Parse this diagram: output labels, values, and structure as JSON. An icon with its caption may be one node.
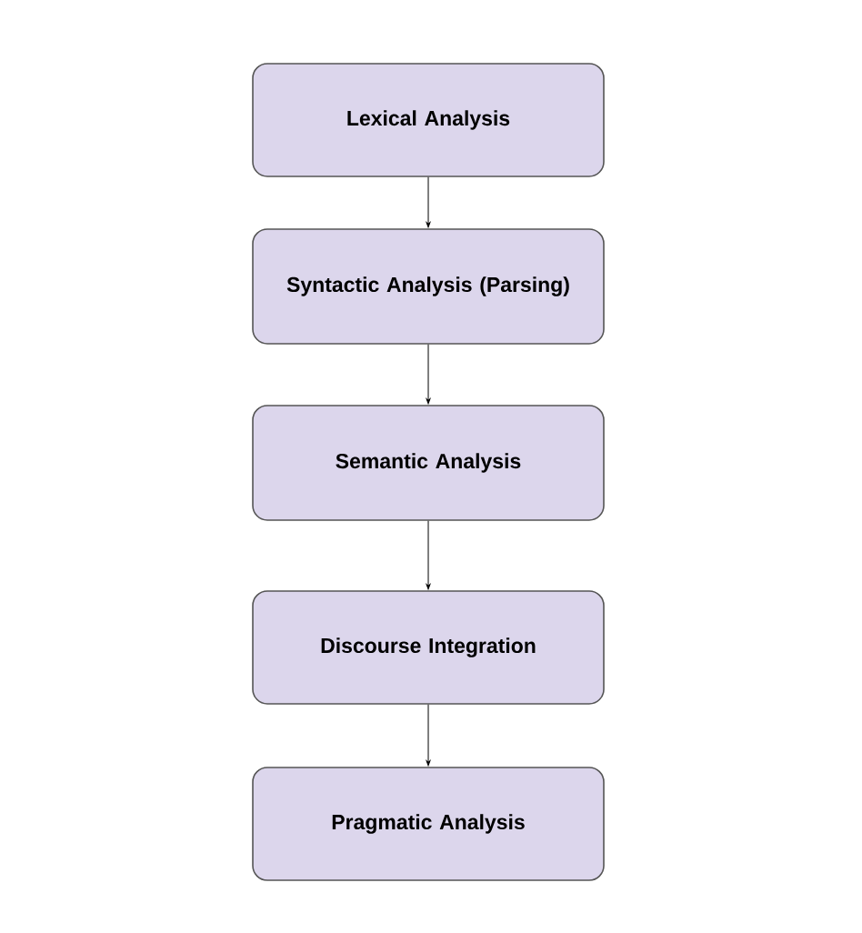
{
  "diagram": {
    "nodes": [
      {
        "text": [
          "Lexical Analysis"
        ]
      },
      {
        "text": [
          "Syntactic Analysis (Parsing)"
        ]
      },
      {
        "text": [
          "Semantic Analysis"
        ]
      },
      {
        "text": [
          "Discourse Integration"
        ]
      },
      {
        "text": [
          "Pragmatic Analysis"
        ]
      }
    ],
    "edges": [
      {
        "from": 0,
        "to": 1,
        "arrow": "to"
      },
      {
        "from": 1,
        "to": 2,
        "arrow": "to"
      },
      {
        "from": 2,
        "to": 3,
        "arrow": "to"
      },
      {
        "from": 3,
        "to": 4,
        "arrow": "to"
      }
    ]
  }
}
